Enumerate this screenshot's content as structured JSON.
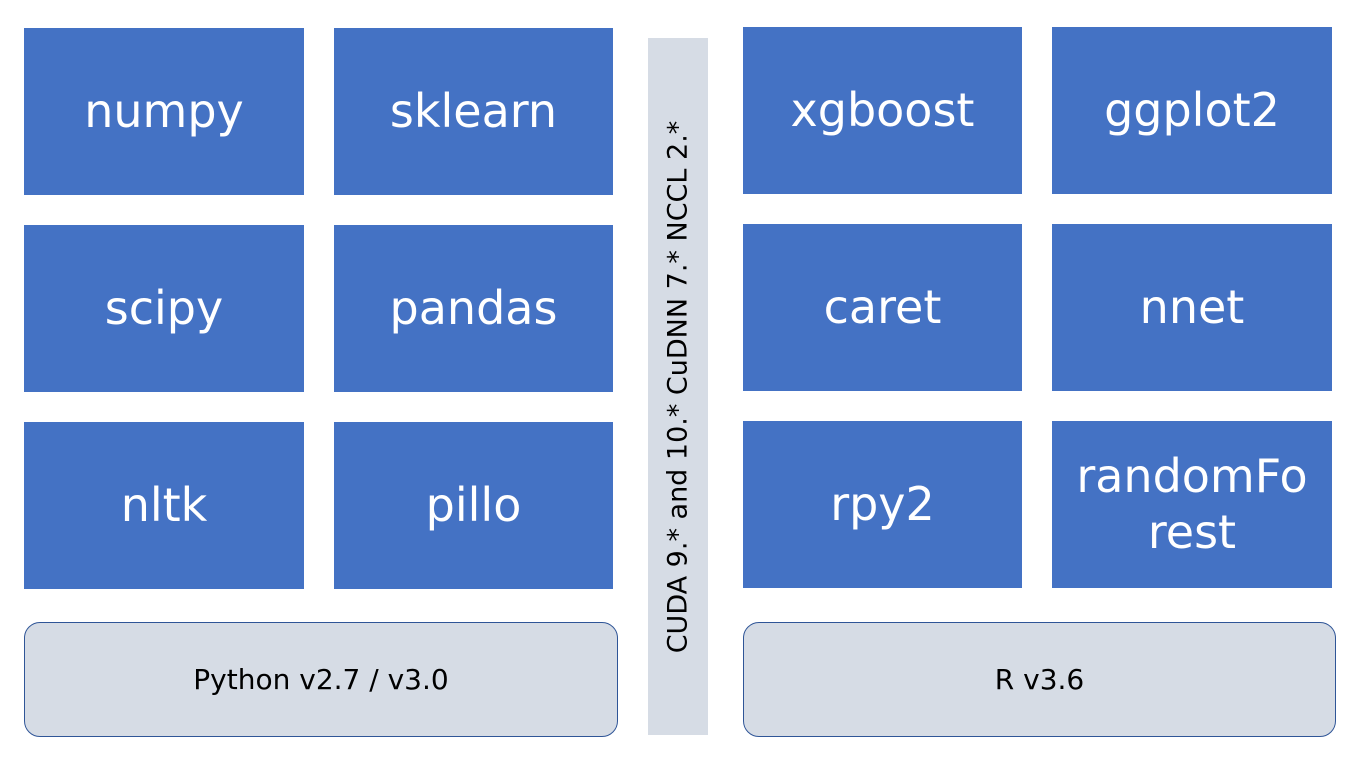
{
  "python_packages": [
    {
      "label": "numpy"
    },
    {
      "label": "sklearn"
    },
    {
      "label": "scipy"
    },
    {
      "label": "pandas"
    },
    {
      "label": "nltk"
    },
    {
      "label": "pillo"
    }
  ],
  "r_packages": [
    {
      "label": "xgboost"
    },
    {
      "label": "ggplot2"
    },
    {
      "label": "caret"
    },
    {
      "label": "nnet"
    },
    {
      "label": "rpy2"
    },
    {
      "label": "randomFo\nrest"
    }
  ],
  "python_base": {
    "label": "Python v2.7 / v3.0"
  },
  "r_base": {
    "label": "R v3.6"
  },
  "gpu_layer": {
    "label": "CUDA 9.* and 10.* CuDNN 7.* NCCL 2.*"
  },
  "colors": {
    "tile_fill": "#4472c4",
    "tile_text": "#ffffff",
    "base_fill": "#d6dce5",
    "base_border": "#2f5597"
  }
}
